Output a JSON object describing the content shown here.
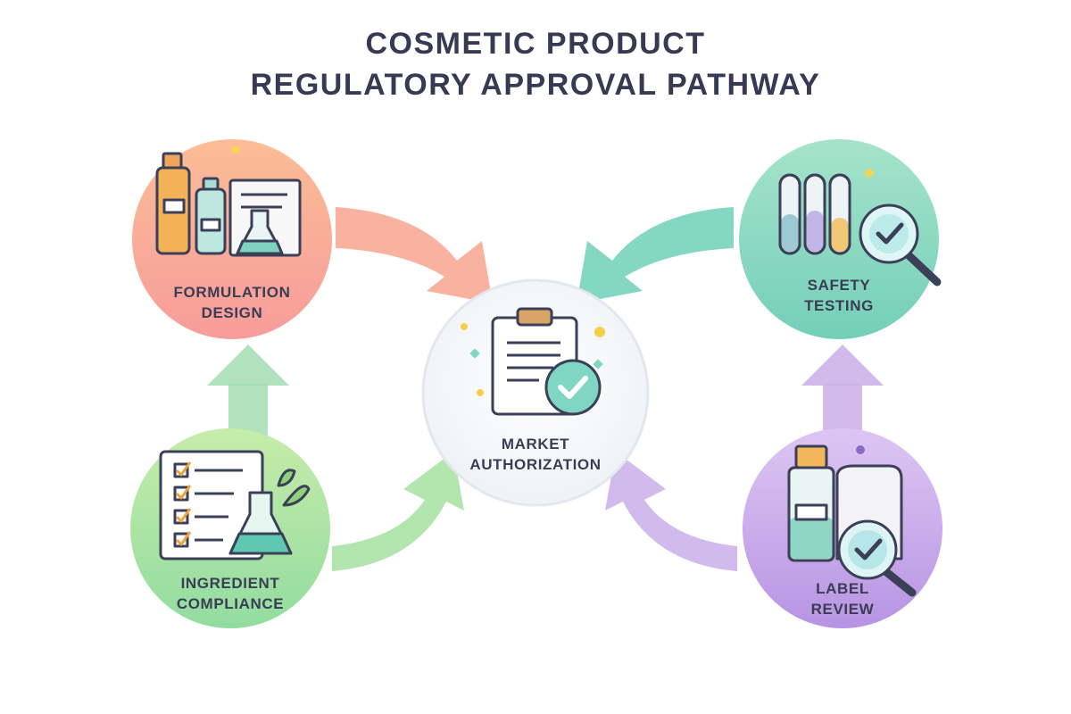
{
  "title": {
    "line1": "COSMETIC PRODUCT",
    "line2": "REGULATORY APPROVAL PATHWAY"
  },
  "nodes": {
    "formulation": {
      "line1": "FORMULATION",
      "line2": "DESIGN",
      "icon": "bottles-flask-icon",
      "color": "#f9a88d"
    },
    "safety": {
      "line1": "SAFETY",
      "line2": "TESTING",
      "icon": "test-tubes-magnifier-icon",
      "color": "#7fd6bf"
    },
    "market": {
      "line1": "MARKET",
      "line2": "AUTHORIZATION",
      "icon": "clipboard-check-icon",
      "color": "#e9edf2"
    },
    "ingredient": {
      "line1": "INGREDIENT",
      "line2": "COMPLIANCE",
      "icon": "checklist-flask-icon",
      "color": "#a8e4a2"
    },
    "label": {
      "line1": "LABEL",
      "line2": "REVIEW",
      "icon": "bottle-magnifier-icon",
      "color": "#c9a6e8"
    }
  },
  "arrows": {
    "ingredient_to_formulation": "#a3dcb2",
    "formulation_to_market": "#f8a48e",
    "ingredient_to_market": "#a6e2a0",
    "safety_to_market": "#6fd0b8",
    "label_to_safety": "#cdb3ea",
    "label_to_market": "#c9aee9"
  }
}
